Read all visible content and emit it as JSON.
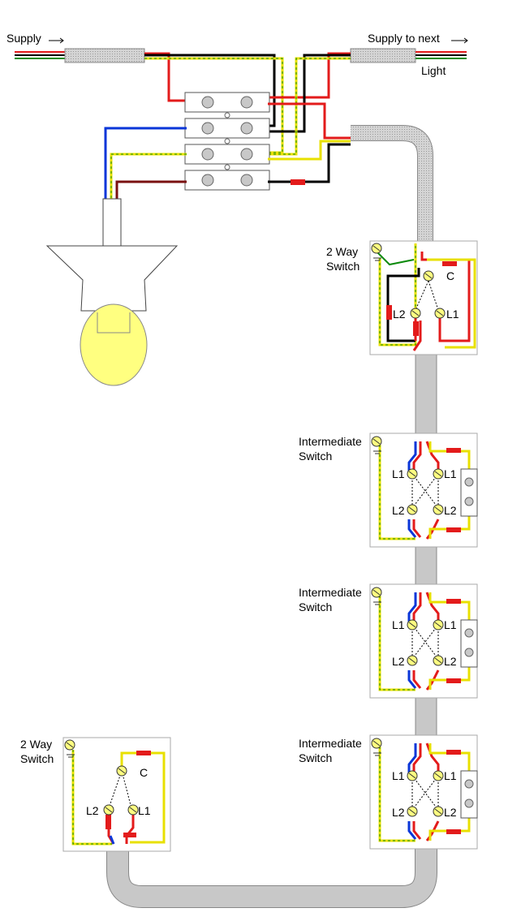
{
  "labels": {
    "supply": "Supply",
    "supply_next": "Supply to next",
    "light": "Light",
    "switch_top_a": "2 Way",
    "switch_top_b": "Switch",
    "switch_bottom_a": "2 Way",
    "switch_bottom_b": "Switch",
    "inter1_a": "Intermediate",
    "inter1_b": "Switch",
    "inter2_a": "Intermediate",
    "inter2_b": "Switch",
    "inter3_a": "Intermediate",
    "inter3_b": "Switch",
    "terminal_c": "C",
    "terminal_l1": "L1",
    "terminal_l2": "L2"
  },
  "colors": {
    "live": "#e31b1b",
    "neutral": "#0a36d8",
    "earth_yellow": "#e8e000",
    "earth_green": "#0b8a0b",
    "switched": "#000000",
    "strapper": "#ffff00",
    "brown": "#7a1010",
    "cable": "#c8c8c8",
    "bulb": "#ffff80"
  }
}
